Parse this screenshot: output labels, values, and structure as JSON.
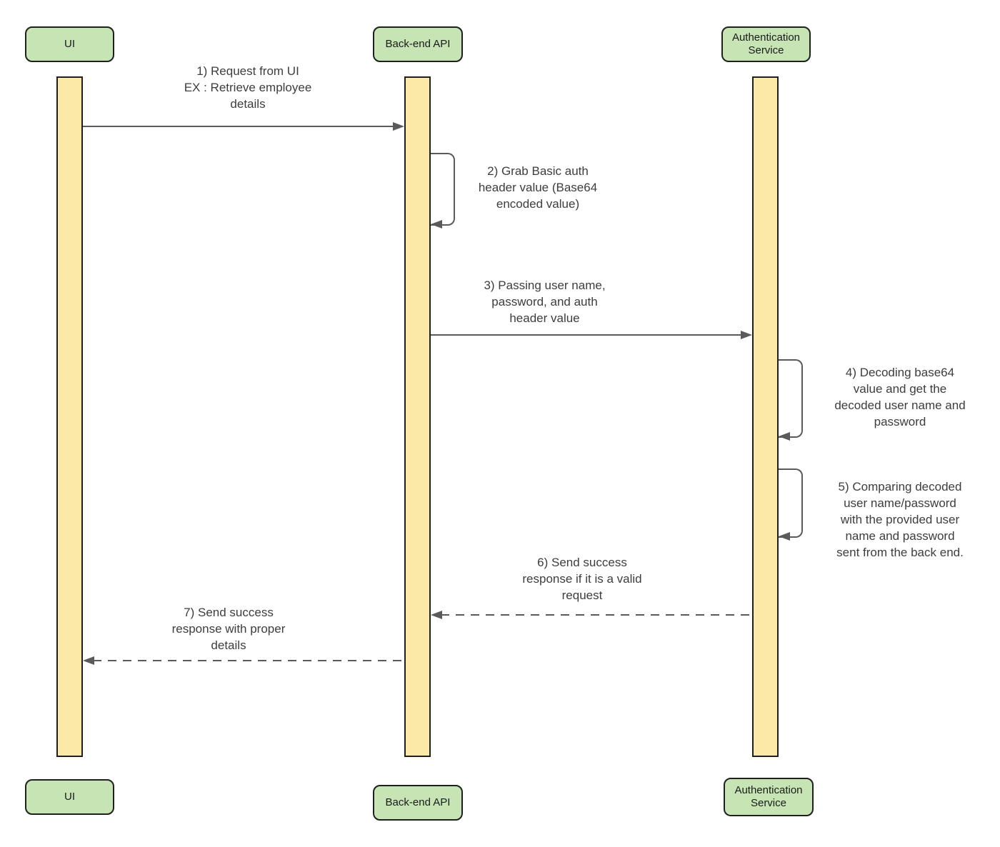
{
  "actors": {
    "ui": {
      "label": "UI"
    },
    "backend": {
      "label": "Back-end API"
    },
    "auth": {
      "label": "Authentication\nService"
    }
  },
  "messages": {
    "m1": {
      "label": "1) Request from UI\nEX : Retrieve employee\ndetails",
      "from": "UI",
      "to": "Back-end API",
      "style": "solid-arrow"
    },
    "m2": {
      "label": "2) Grab Basic auth\nheader value (Base64\nencoded value)",
      "from": "Back-end API",
      "to": "Back-end API",
      "style": "self-loop"
    },
    "m3": {
      "label": "3) Passing user name,\npassword, and auth\nheader value",
      "from": "Back-end API",
      "to": "Authentication Service",
      "style": "solid-arrow"
    },
    "m4": {
      "label": "4) Decoding base64\nvalue and get the\ndecoded user name and\npassword",
      "from": "Authentication Service",
      "to": "Authentication Service",
      "style": "self-loop"
    },
    "m5": {
      "label": "5) Comparing decoded\nuser name/password\nwith the provided user\nname and password\nsent from the back end.",
      "from": "Authentication Service",
      "to": "Authentication Service",
      "style": "self-loop"
    },
    "m6": {
      "label": "6) Send success\nresponse if it is a valid\nrequest",
      "from": "Authentication Service",
      "to": "Back-end API",
      "style": "dashed-arrow"
    },
    "m7": {
      "label": "7) Send success\nresponse with proper\ndetails",
      "from": "Back-end API",
      "to": "UI",
      "style": "dashed-arrow"
    }
  },
  "colors": {
    "actor_fill": "#c7e5b4",
    "lifeline_fill": "#fde9a7",
    "shape_border": "#1f1f1f",
    "arrow": "#5a5a5a",
    "text": "#3d3d3d",
    "background": "#ffffff"
  }
}
